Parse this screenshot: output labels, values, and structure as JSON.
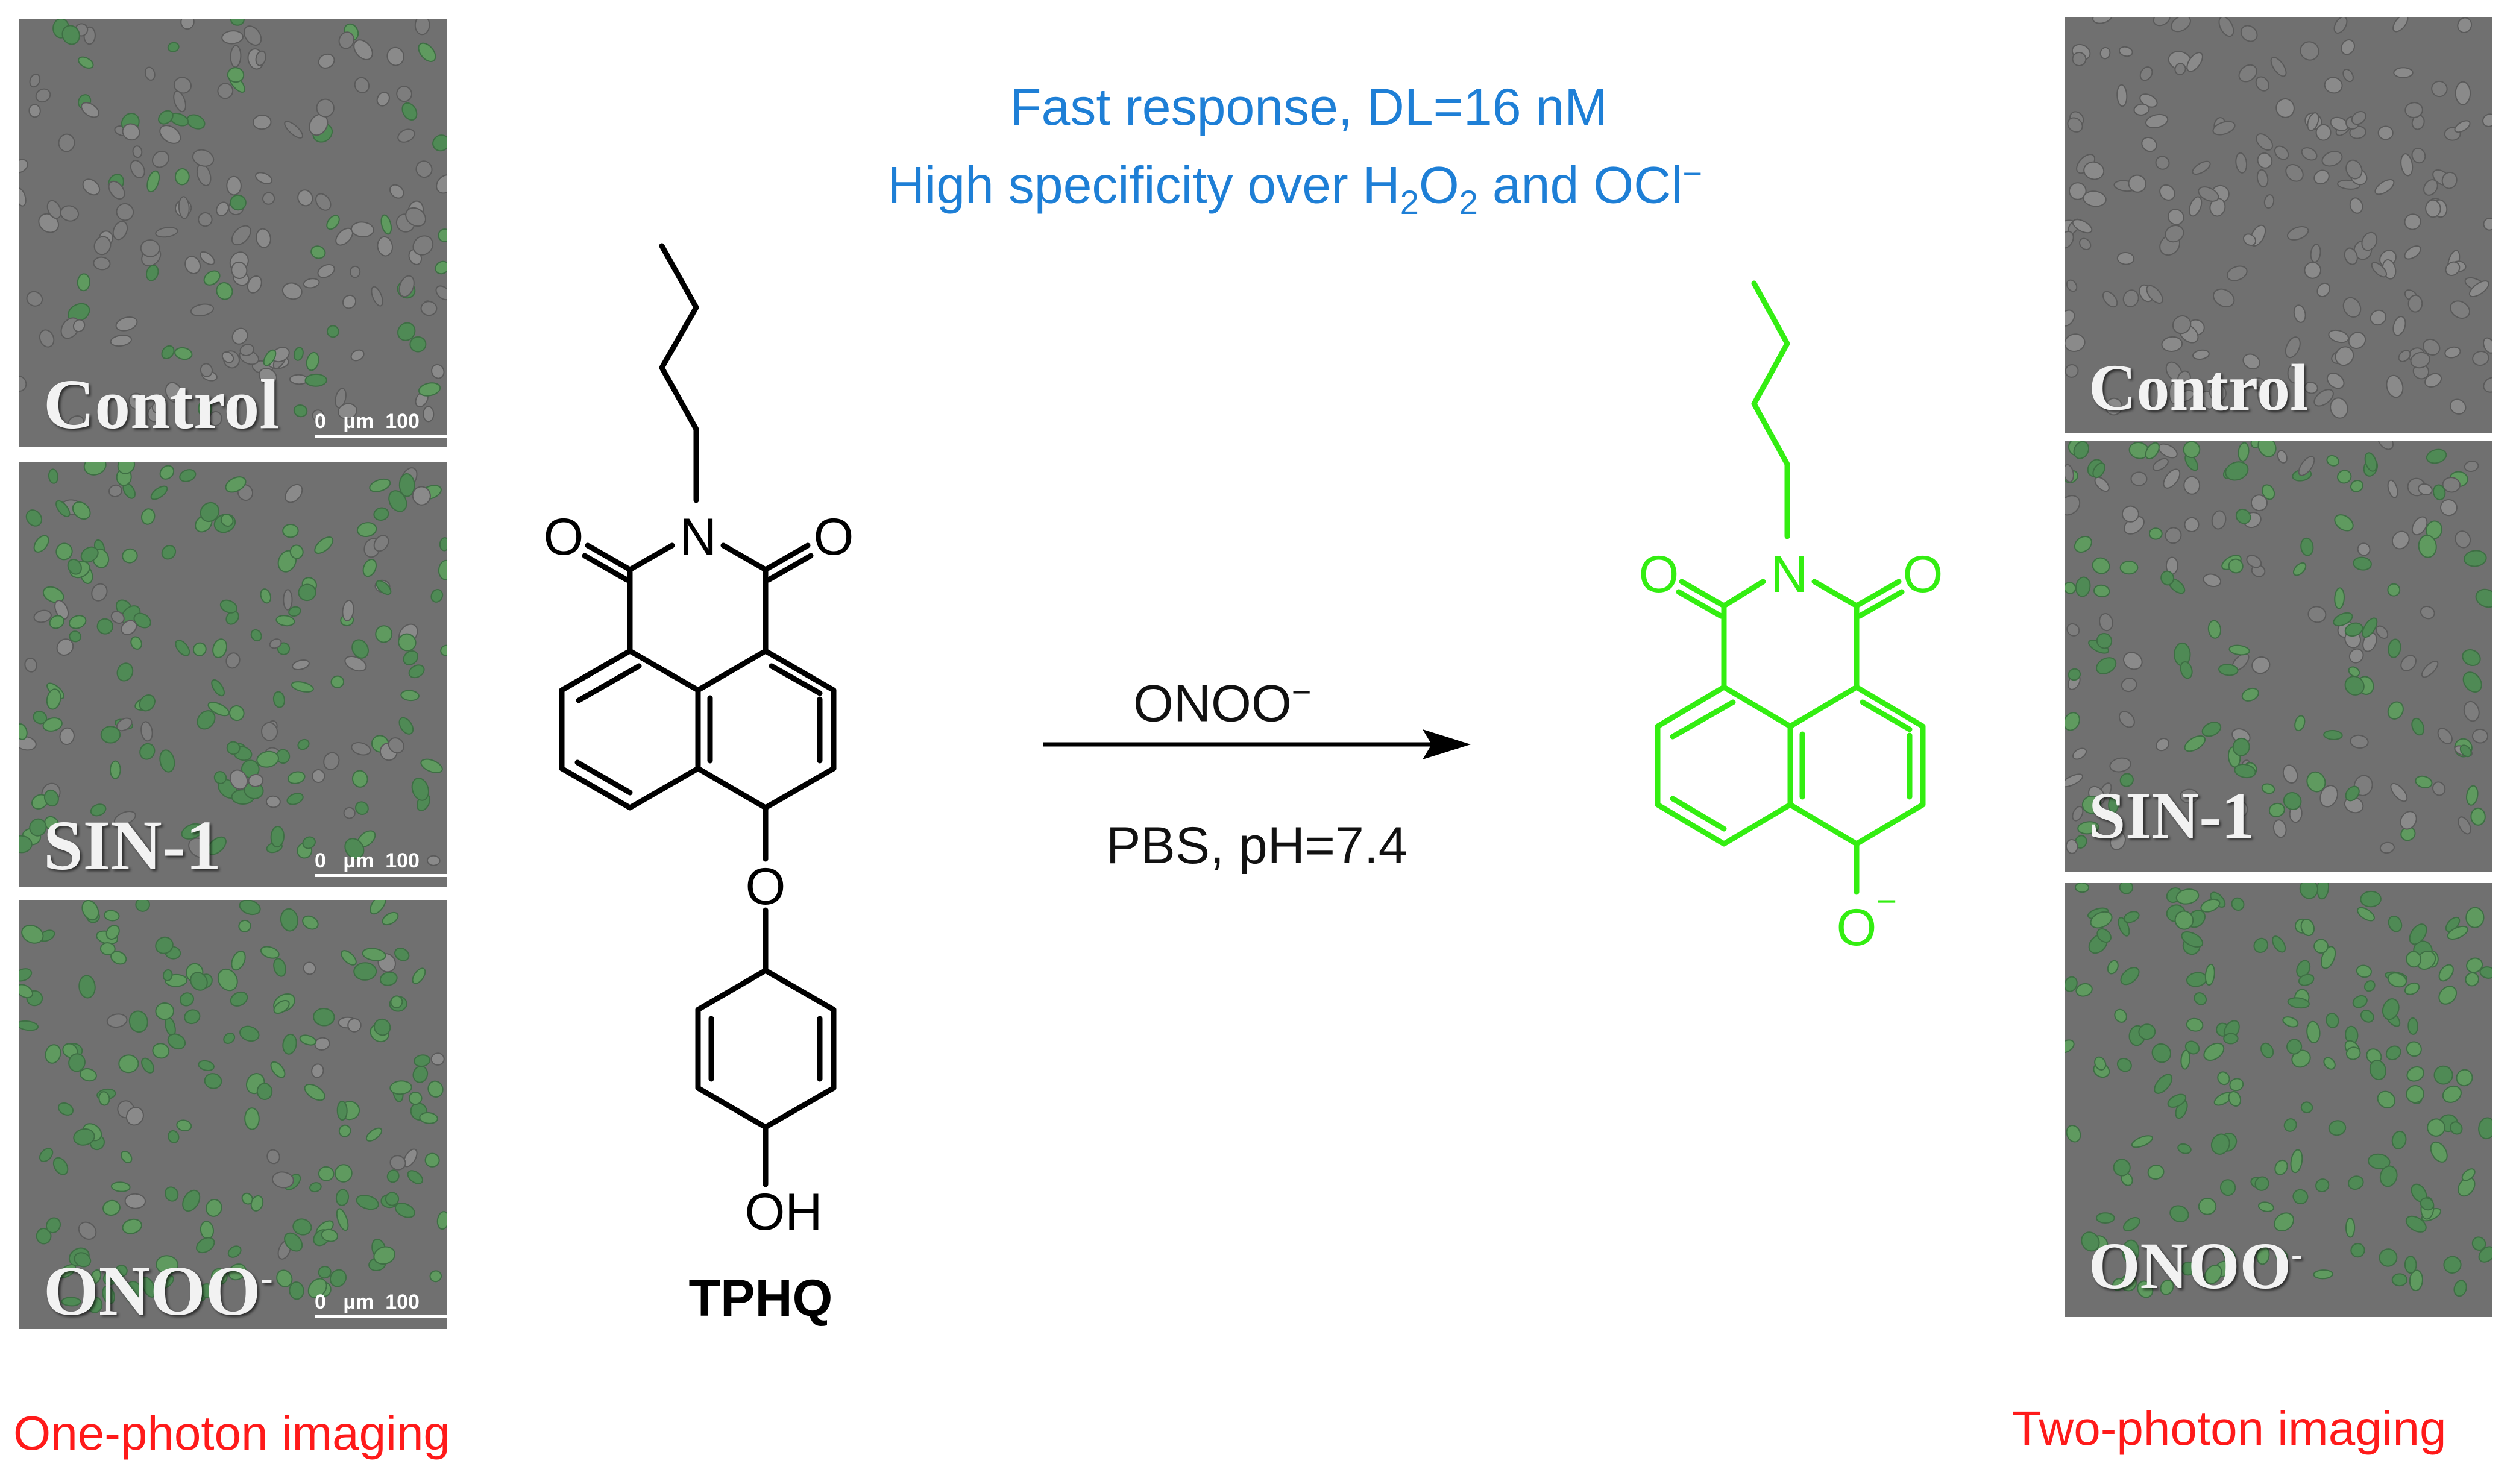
{
  "left_panels": {
    "labels": [
      "Control",
      "SIN-1",
      "ONOO"
    ],
    "superscript_minus": "-",
    "scale": {
      "zero": "0",
      "unit": "μm",
      "value": "100"
    }
  },
  "right_panels": {
    "labels": [
      "Control",
      "SIN-1",
      "ONOO"
    ],
    "superscript_minus": "-"
  },
  "reaction": {
    "reagent": "ONOO",
    "reagent_charge": "−",
    "conditions": "PBS, pH=7.4"
  },
  "notes": {
    "line1": "Fast response, DL=16 nM",
    "line2_prefix": "High specificity over H",
    "line2_sub1": "2",
    "line2_o": "O",
    "line2_sub2": "2",
    "line2_and": " and OCl",
    "line2_charge": "−"
  },
  "reactant": {
    "name": "TPHQ",
    "atoms": {
      "O_left": "O",
      "N": "N",
      "O_right": "O",
      "O_ether": "O",
      "OH": "OH"
    }
  },
  "product": {
    "atoms": {
      "O_left": "O",
      "N": "N",
      "O_right": "O",
      "O_phenolate": "O",
      "charge": "−"
    }
  },
  "captions": {
    "left": "One-photon imaging",
    "right": "Two-photon imaging"
  },
  "colors": {
    "caption": "#ff1a1a",
    "note": "#1e7fd6",
    "product": "#33ee11",
    "reactant": "#000000",
    "cells": "#5f9a5f"
  }
}
